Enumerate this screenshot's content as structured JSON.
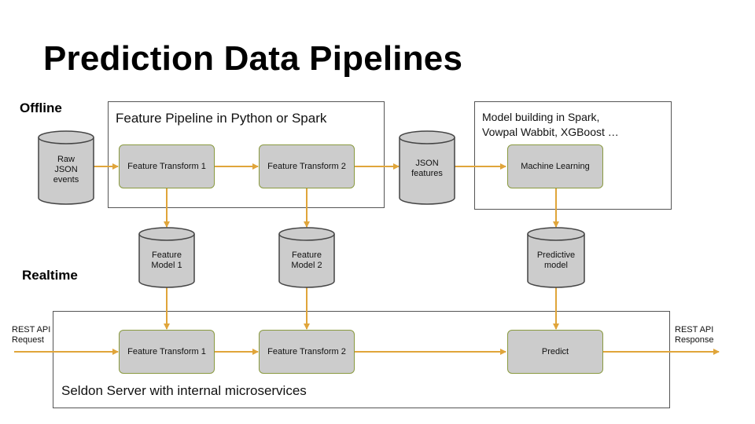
{
  "title": "Prediction Data Pipelines",
  "sections": {
    "offline": "Offline",
    "realtime": "Realtime"
  },
  "groups": {
    "feature_pipeline": "Feature Pipeline in Python or Spark",
    "model_building_line1": "Model building in Spark,",
    "model_building_line2": "Vowpal Wabbit, XGBoost …",
    "seldon_server": "Seldon Server with internal microservices"
  },
  "offline_nodes": {
    "feature_transform_1": "Feature Transform 1",
    "feature_transform_2": "Feature Transform 2",
    "machine_learning": "Machine Learning"
  },
  "realtime_nodes": {
    "feature_transform_1": "Feature Transform 1",
    "feature_transform_2": "Feature Transform 2",
    "predict": "Predict"
  },
  "stores": {
    "raw_json": [
      "Raw",
      "JSON",
      "events"
    ],
    "json_features": [
      "JSON",
      "features"
    ],
    "feature_model_1": [
      "Feature",
      "Model 1"
    ],
    "feature_model_2": [
      "Feature",
      "Model 2"
    ],
    "predictive_model": [
      "Predictive",
      "model"
    ]
  },
  "io": {
    "request": [
      "REST API",
      "Request"
    ],
    "response": [
      "REST API",
      "Response"
    ]
  },
  "colors": {
    "arrow": "#e0a53a",
    "node_fill": "#cccccc",
    "node_border": "#8a9a40",
    "box_border": "#555555"
  }
}
